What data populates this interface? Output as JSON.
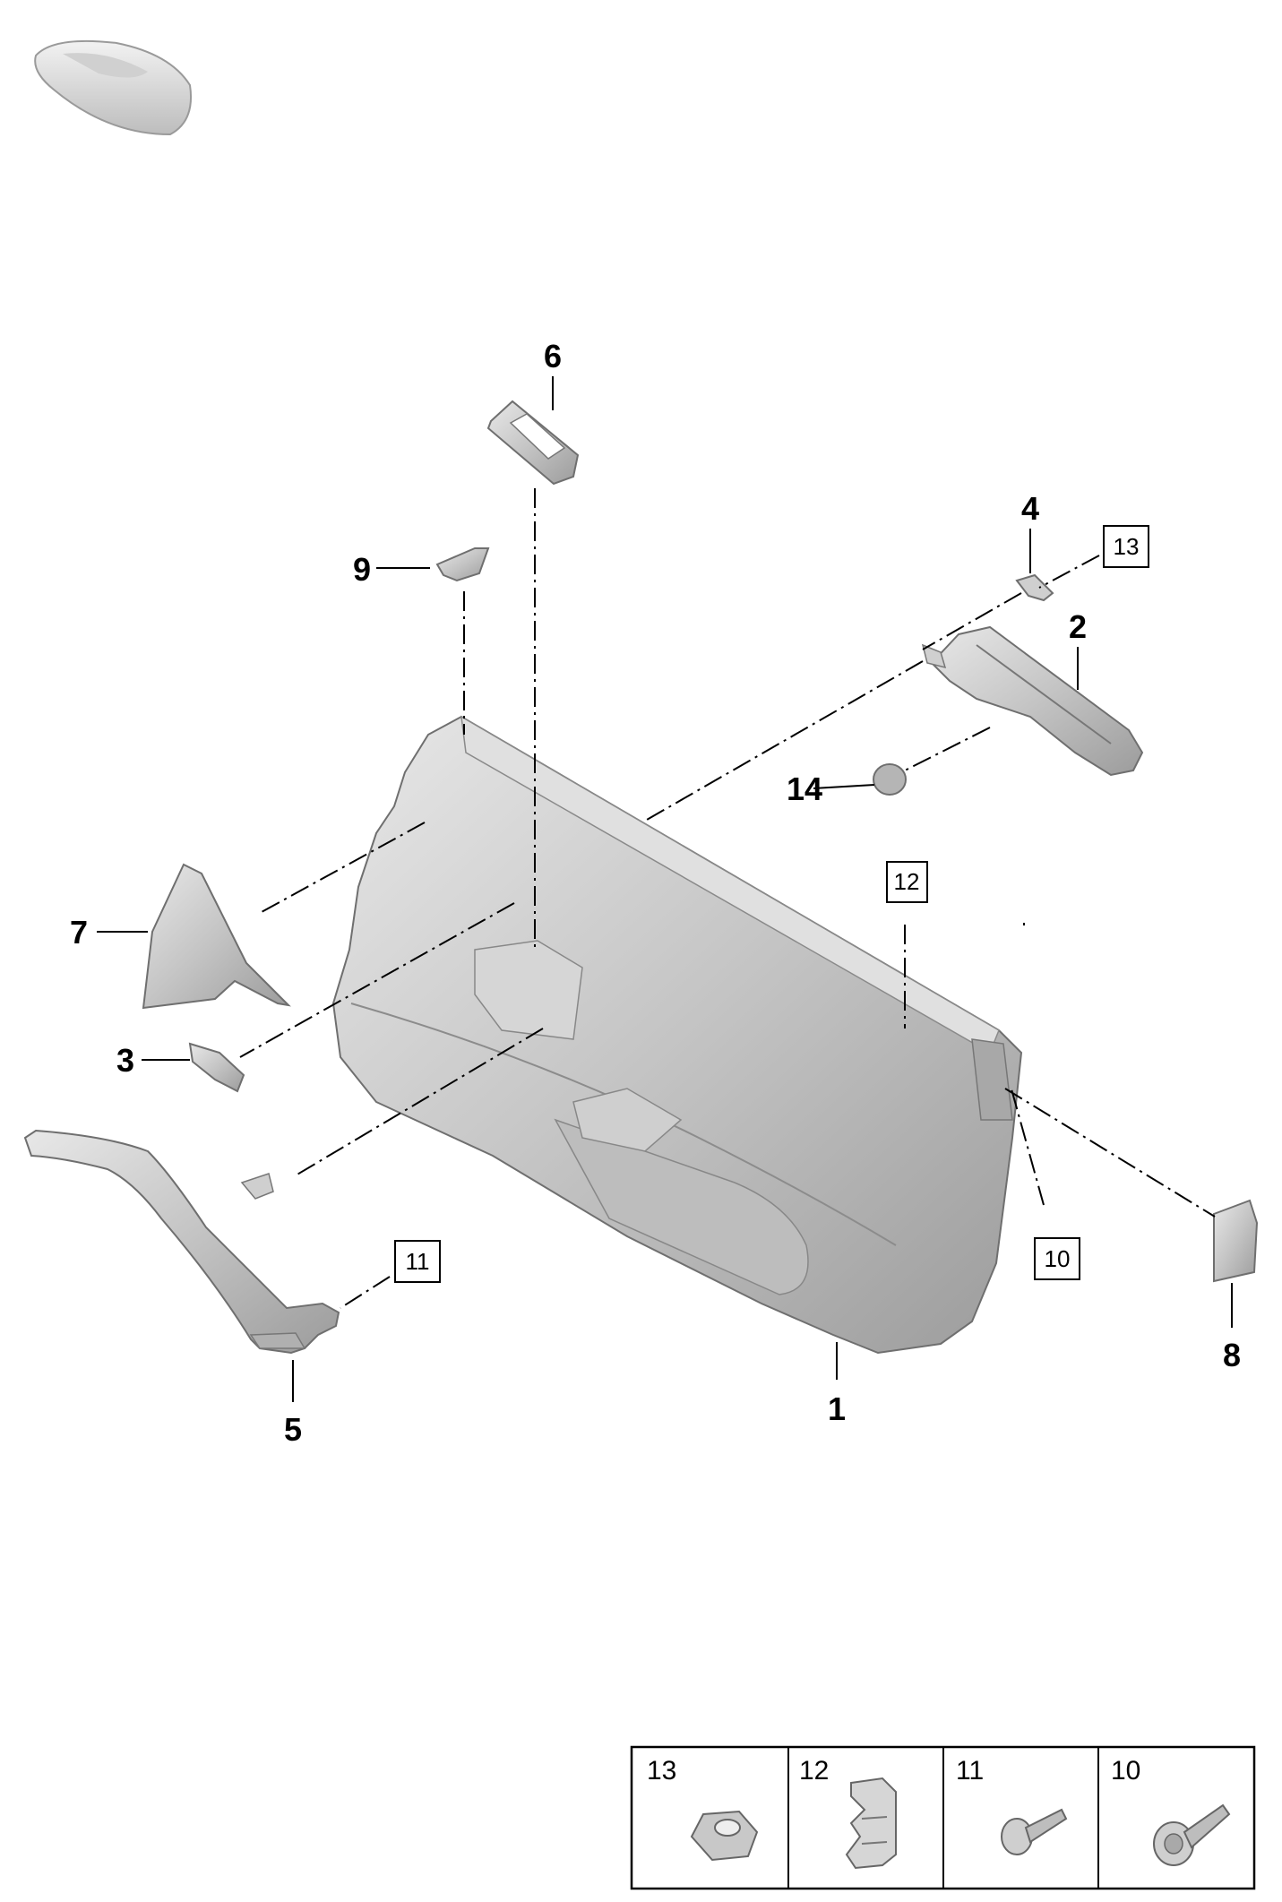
{
  "callouts": {
    "c1": "1",
    "c2": "2",
    "c3": "3",
    "c4": "4",
    "c5": "5",
    "c6": "6",
    "c7": "7",
    "c8": "8",
    "c9": "9",
    "c10": "10",
    "c11": "11",
    "c12": "12",
    "c13": "13",
    "c14": "14"
  },
  "legend": {
    "items": [
      {
        "number": "13",
        "icon": "hex-nut-icon"
      },
      {
        "number": "12",
        "icon": "spring-clip-icon"
      },
      {
        "number": "11",
        "icon": "screw-icon"
      },
      {
        "number": "10",
        "icon": "flange-screw-icon"
      }
    ]
  },
  "colors": {
    "part_fill": "#c8c8c8",
    "part_dark": "#9a9a9a",
    "part_light": "#e6e6e6",
    "line": "#000000"
  }
}
